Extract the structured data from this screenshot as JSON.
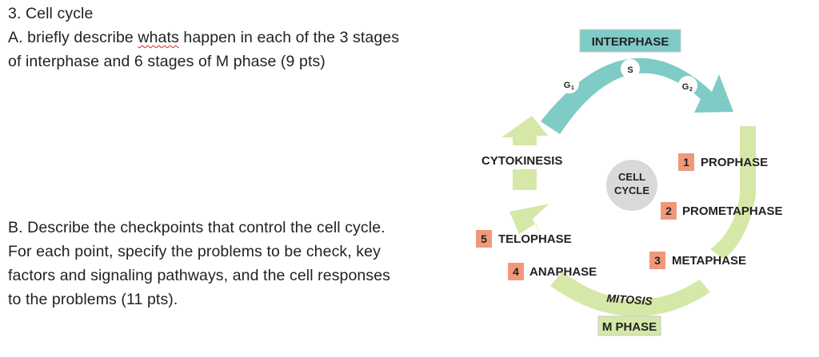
{
  "question": {
    "title": "3. Cell cycle",
    "part_a": {
      "line1_prefix": "A. briefly describe ",
      "line1_flagged": "whats",
      "line1_suffix": " happen in each of the 3 stages",
      "line2": "of interphase and 6 stages of M phase (9 pts)"
    },
    "part_b": {
      "lines": [
        "B. Describe the checkpoints that control the cell cycle.",
        "For each point, specify the problems to be check, key",
        "factors and signaling pathways, and the cell responses",
        "to the problems (11 pts)."
      ]
    }
  },
  "diagram": {
    "interphase_label": "INTERPHASE",
    "s_label": "S",
    "g1_label": "G",
    "g1_sub": "1",
    "g2_label": "G",
    "g2_sub": "2",
    "center_label_line1": "CELL",
    "center_label_line2": "CYCLE",
    "cytokinesis_label": "CYTOKINESIS",
    "stages": [
      {
        "number": "1",
        "name": "PROPHASE"
      },
      {
        "number": "2",
        "name": "PROMETAPHASE"
      },
      {
        "number": "3",
        "name": "METAPHASE"
      },
      {
        "number": "4",
        "name": "ANAPHASE"
      },
      {
        "number": "5",
        "name": "TELOPHASE"
      }
    ],
    "mitosis_label": "MITOSIS",
    "m_phase_label": "M PHASE",
    "colors": {
      "interphase_teal": "#7fcbc6",
      "m_phase_green": "#d5e8a8",
      "stage_number_salmon": "#f0987c",
      "center_gray": "#d9d9d9",
      "label_box_border": "#c8c8c8"
    }
  }
}
